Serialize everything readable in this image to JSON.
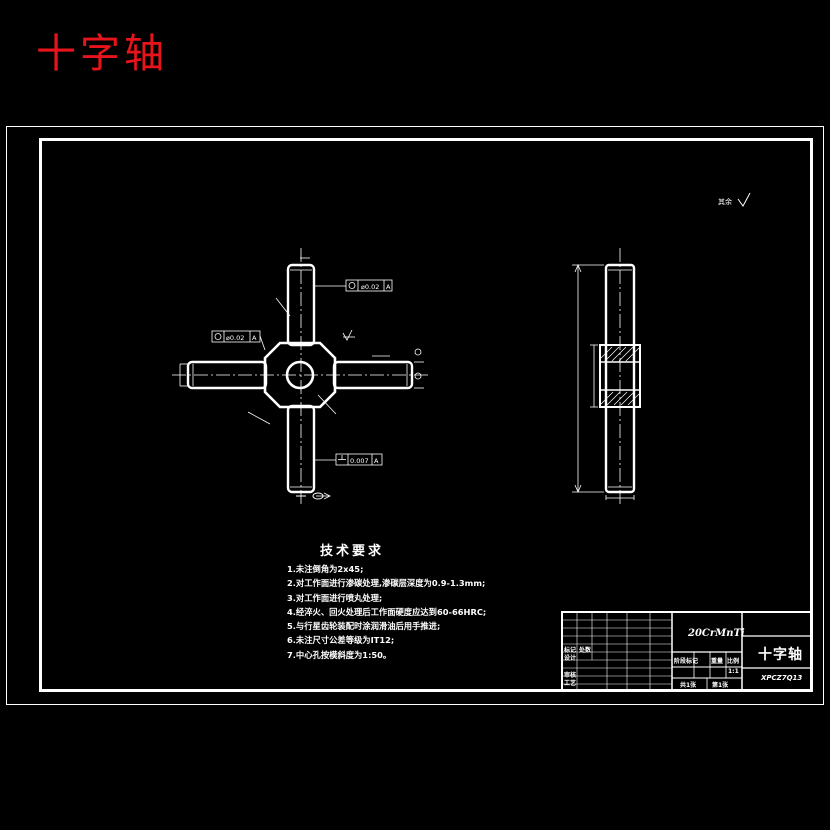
{
  "title": "十字轴",
  "roughness_note": "其余",
  "tech_requirements": {
    "heading": "技术要求",
    "items": [
      "1.未注倒角为2x45;",
      "2.对工作面进行渗碳处理,渗碳层深度为0.9-1.3mm;",
      "3.对工作面进行喷丸处理;",
      "4.经淬火、回火处理后工作面硬度应达到60-66HRC;",
      "5.与行星齿轮装配时涂润滑油后用手推进;",
      "6.未注尺寸公差等级为IT12;",
      "7.中心孔按模斜度为1:50。"
    ]
  },
  "title_block": {
    "material": "20CrMnTi",
    "part_name": "十字轴",
    "drawing_no": "XPCZ7Q13",
    "labels": [
      "标记",
      "处数",
      "设计",
      "审核",
      "工艺",
      "阶段标记",
      "重量",
      "比例",
      "共1张",
      "第1张"
    ],
    "scale": "1:1"
  },
  "annotations": {
    "tol_1": "⌀0.02",
    "tol_2": "⌀0.02",
    "tol_3": "0.007",
    "datum": "A"
  },
  "colors": {
    "title": "#e8141b",
    "lines": "#ffffff",
    "background": "#000000"
  }
}
